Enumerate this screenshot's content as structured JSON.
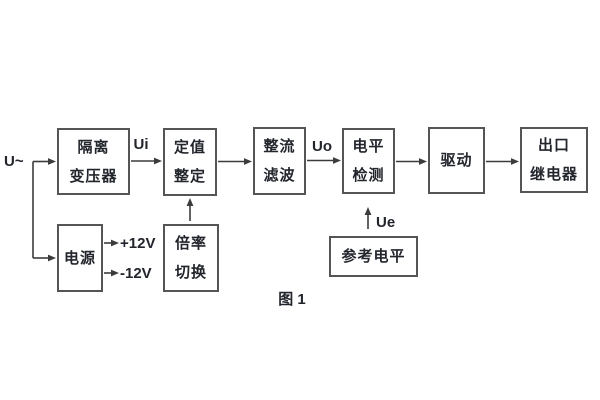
{
  "figure": {
    "caption": "图 1"
  },
  "blocks": {
    "isolation_transformer": {
      "line1": "隔离",
      "line2": "变压器"
    },
    "setting": {
      "line1": "定值",
      "line2": "整定"
    },
    "rectifier_filter": {
      "line1": "整流",
      "line2": "滤波"
    },
    "level_detection": {
      "line1": "电平",
      "line2": "检测"
    },
    "drive": {
      "line1": "驱动"
    },
    "output_relay": {
      "line1": "出口",
      "line2": "继电器"
    },
    "power_supply": {
      "line1": "电源"
    },
    "ratio_switch": {
      "line1": "倍率",
      "line2": "切换"
    },
    "reference_level": {
      "line1": "参考电平"
    }
  },
  "signals": {
    "input": "U~",
    "ui": "Ui",
    "uo": "Uo",
    "ue": "Ue",
    "rail_positive": "+12V",
    "rail_negative": "-12V"
  },
  "colors": {
    "background": "#ffffff",
    "box_border": "#555555",
    "line": "#3c3c3c",
    "text": "#22252c"
  }
}
